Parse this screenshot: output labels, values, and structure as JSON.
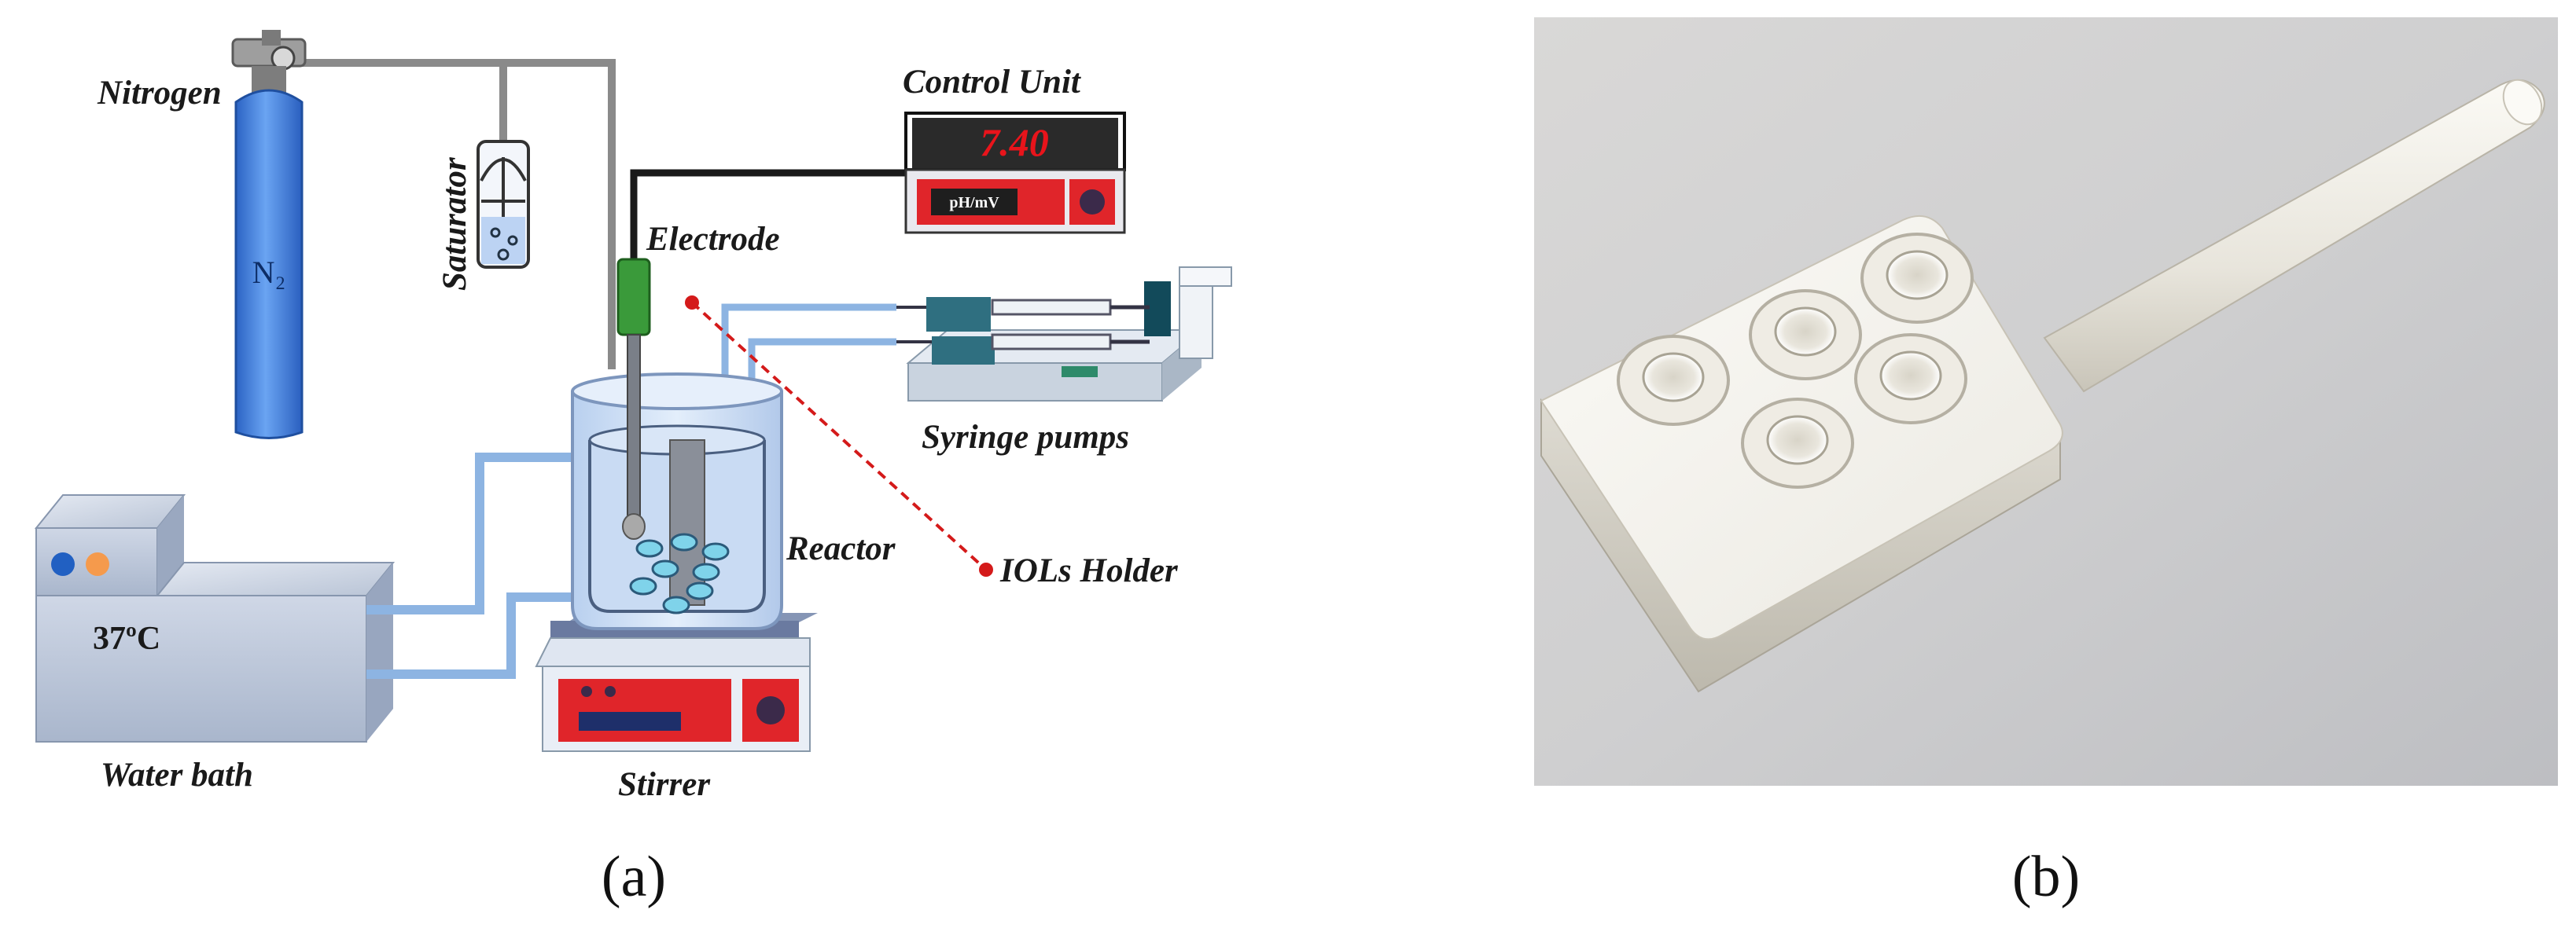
{
  "figure": {
    "panel_a": {
      "caption": "(a)",
      "labels": {
        "nitrogen": "Nitrogen",
        "cylinder_text": "N₂",
        "saturator": "Saturator",
        "control_unit": "Control Unit",
        "electrode": "Electrode",
        "syringe_pumps": "Syringe pumps",
        "reactor": "Reactor",
        "iols_holder": "IOLs Holder",
        "water_bath": "Water bath",
        "stirrer": "Stirrer"
      },
      "control_unit": {
        "reading": "7.40",
        "mode": "pH/mV"
      },
      "water_bath": {
        "temperature": "37ºC"
      },
      "colors": {
        "display_text": "#e8141b",
        "panel_red": "#e0252a",
        "tube_blue": "#8db4e2",
        "cylinder_blue": "#3f7fe0",
        "electrode_green": "#3a9a3a",
        "dashed_red": "#d41a1a"
      }
    },
    "panel_b": {
      "caption": "(b)",
      "photo_subject": "3D-printed IOL holder"
    }
  }
}
